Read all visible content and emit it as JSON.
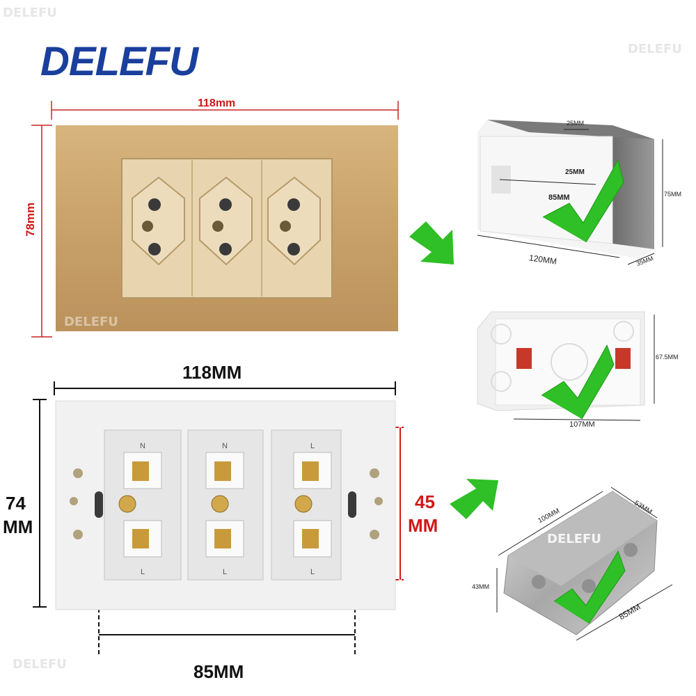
{
  "brand": {
    "logo": "DELEFU",
    "watermark": "DELEFU"
  },
  "front_panel": {
    "width_label": "118mm",
    "height_label": "78mm",
    "color": "#c9a56e"
  },
  "back_panel": {
    "width_label": "118MM",
    "height_label_line1": "74",
    "height_label_line2": "MM",
    "terminal_label_line1": "45",
    "terminal_label_line2": "MM",
    "screw_spacing_label": "85MM",
    "terminal_letters": [
      "N",
      "L"
    ]
  },
  "boxes": [
    {
      "name": "plastic-box-large",
      "labels": [
        "25MM",
        "25MM",
        "85MM",
        "75MM",
        "120MM",
        "35MM"
      ]
    },
    {
      "name": "plastic-box-cassette",
      "labels": [
        "67.5MM",
        "107MM"
      ]
    },
    {
      "name": "metal-box",
      "labels": [
        "100MM",
        "53MM",
        "43MM",
        "85MM"
      ]
    }
  ],
  "colors": {
    "check": "#2fbf26",
    "arrow": "#2fbf26",
    "dim_red": "#d01818",
    "logo_blue": "#1a3f9c"
  }
}
